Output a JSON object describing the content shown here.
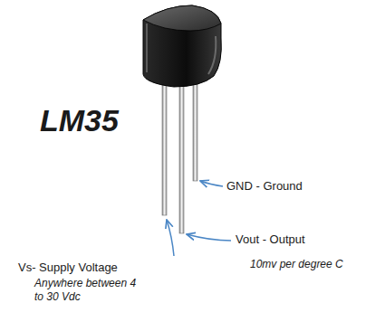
{
  "diagram": {
    "labels": [
      "LM35",
      "GND - Ground",
      "Vout - Output",
      "10mv per degree C",
      "Vs- Supply Voltage",
      "Anywhere between 4 to 30 Vdc"
    ]
  }
}
